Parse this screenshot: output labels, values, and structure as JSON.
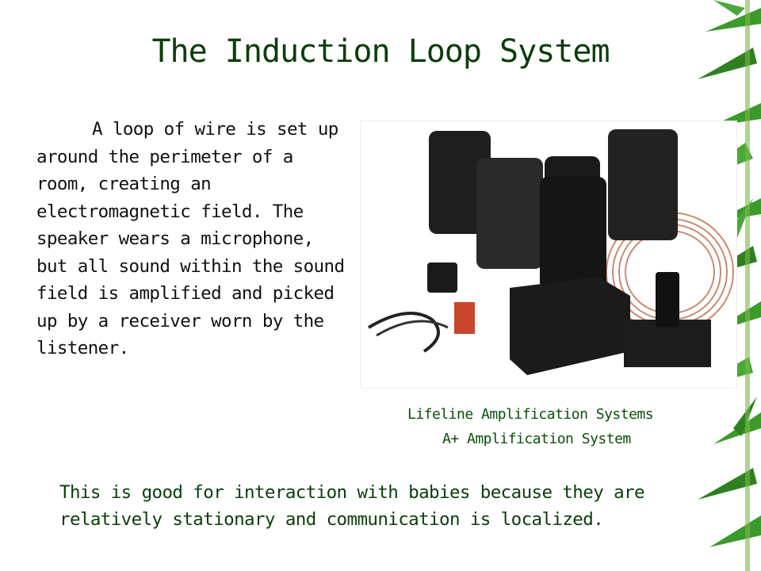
{
  "slide": {
    "title": "The Induction Loop System",
    "body": "A loop of wire is set up around the perimeter of a room, creating an electromagnetic field. The speaker wears a microphone, but all sound within the sound field is amplified and picked up by a receiver worn by the listener.",
    "caption_line1": "Lifeline Amplification Systems",
    "caption_line2": "A+ Amplification System",
    "footer": "This is good for interaction with babies because they are relatively stationary and communication is localized."
  },
  "colors": {
    "title": "#0b3d0b",
    "caption": "#0b4f0b",
    "bamboo_leaf": "#3c9a2a",
    "bamboo_stalk": "#7bb84a"
  }
}
